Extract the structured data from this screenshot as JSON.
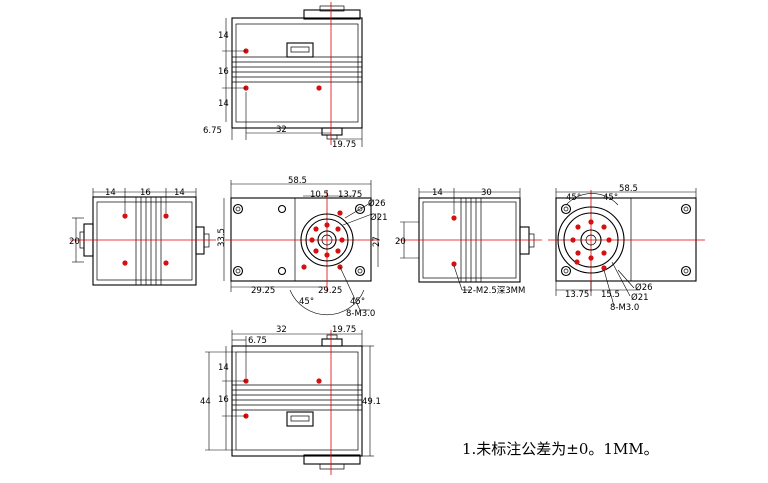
{
  "colors": {
    "outline": "#000000",
    "centerline": "#e00000",
    "hole": "#d41010"
  },
  "top_view": {
    "dims": {
      "d14a": "14",
      "d16": "16",
      "d14b": "14",
      "d675": "6.75",
      "d32": "32",
      "d1975": "19.75"
    }
  },
  "side_left": {
    "dims": {
      "d14a": "14",
      "d16": "16",
      "d14b": "14",
      "d20": "20"
    }
  },
  "front_view": {
    "dims": {
      "d585": "58.5",
      "d105": "10.5",
      "d1375": "13.75",
      "d26": "Ø26",
      "d21": "Ø21",
      "d335": "33.5",
      "d27": "27",
      "d2925a": "29.25",
      "d2925b": "29.25",
      "a45a": "45°",
      "a45b": "45°",
      "holes": "8-M3.0"
    }
  },
  "side_right": {
    "dims": {
      "d14": "14",
      "d30": "30",
      "d20": "20",
      "holes": "12-M2.5深3MM"
    }
  },
  "back_view": {
    "dims": {
      "a45a": "45°",
      "a45b": "45°",
      "d585": "58.5",
      "d1375": "13.75",
      "d155": "15.5",
      "d26": "Ø26",
      "d21": "Ø21",
      "holes": "8-M3.0"
    }
  },
  "bottom_view": {
    "dims": {
      "d32": "32",
      "d1975": "19.75",
      "d675": "6.75",
      "d14": "14",
      "d44": "44",
      "d16": "16",
      "d491": "49.1"
    }
  },
  "note": "1.未标注公差为±0。1MM。"
}
